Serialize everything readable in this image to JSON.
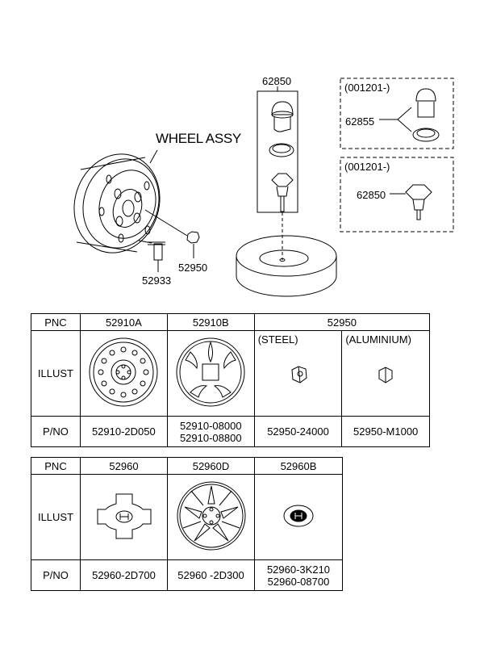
{
  "diagram": {
    "title": "WHEEL ASSY",
    "callouts": {
      "valve": "52933",
      "nut": "52950",
      "spare_group": "62850",
      "box1_date": "(001201-)",
      "box1_part": "62855",
      "box2_date": "(001201-)",
      "box2_part": "62850"
    }
  },
  "table1": {
    "headers": {
      "pnc": "PNC",
      "illust": "ILLUST",
      "pno": "P/NO"
    },
    "cols": [
      {
        "pnc": "52910A",
        "pno": [
          "52910-2D050"
        ]
      },
      {
        "pnc": "52910B",
        "pno": [
          "52910-08000",
          "52910-08800"
        ]
      },
      {
        "pnc": "52950",
        "sub": "(STEEL)",
        "pno": [
          "52950-24000"
        ]
      },
      {
        "sub": "(ALUMINIUM)",
        "pno": [
          "52950-M1000"
        ]
      }
    ]
  },
  "table2": {
    "headers": {
      "pnc": "PNC",
      "illust": "ILLUST",
      "pno": "P/NO"
    },
    "cols": [
      {
        "pnc": "52960",
        "pno": [
          "52960-2D700"
        ]
      },
      {
        "pnc": "52960D",
        "pno": [
          "52960 -2D300"
        ]
      },
      {
        "pnc": "52960B",
        "pno": [
          "52960-3K210",
          "52960-08700"
        ]
      }
    ]
  }
}
